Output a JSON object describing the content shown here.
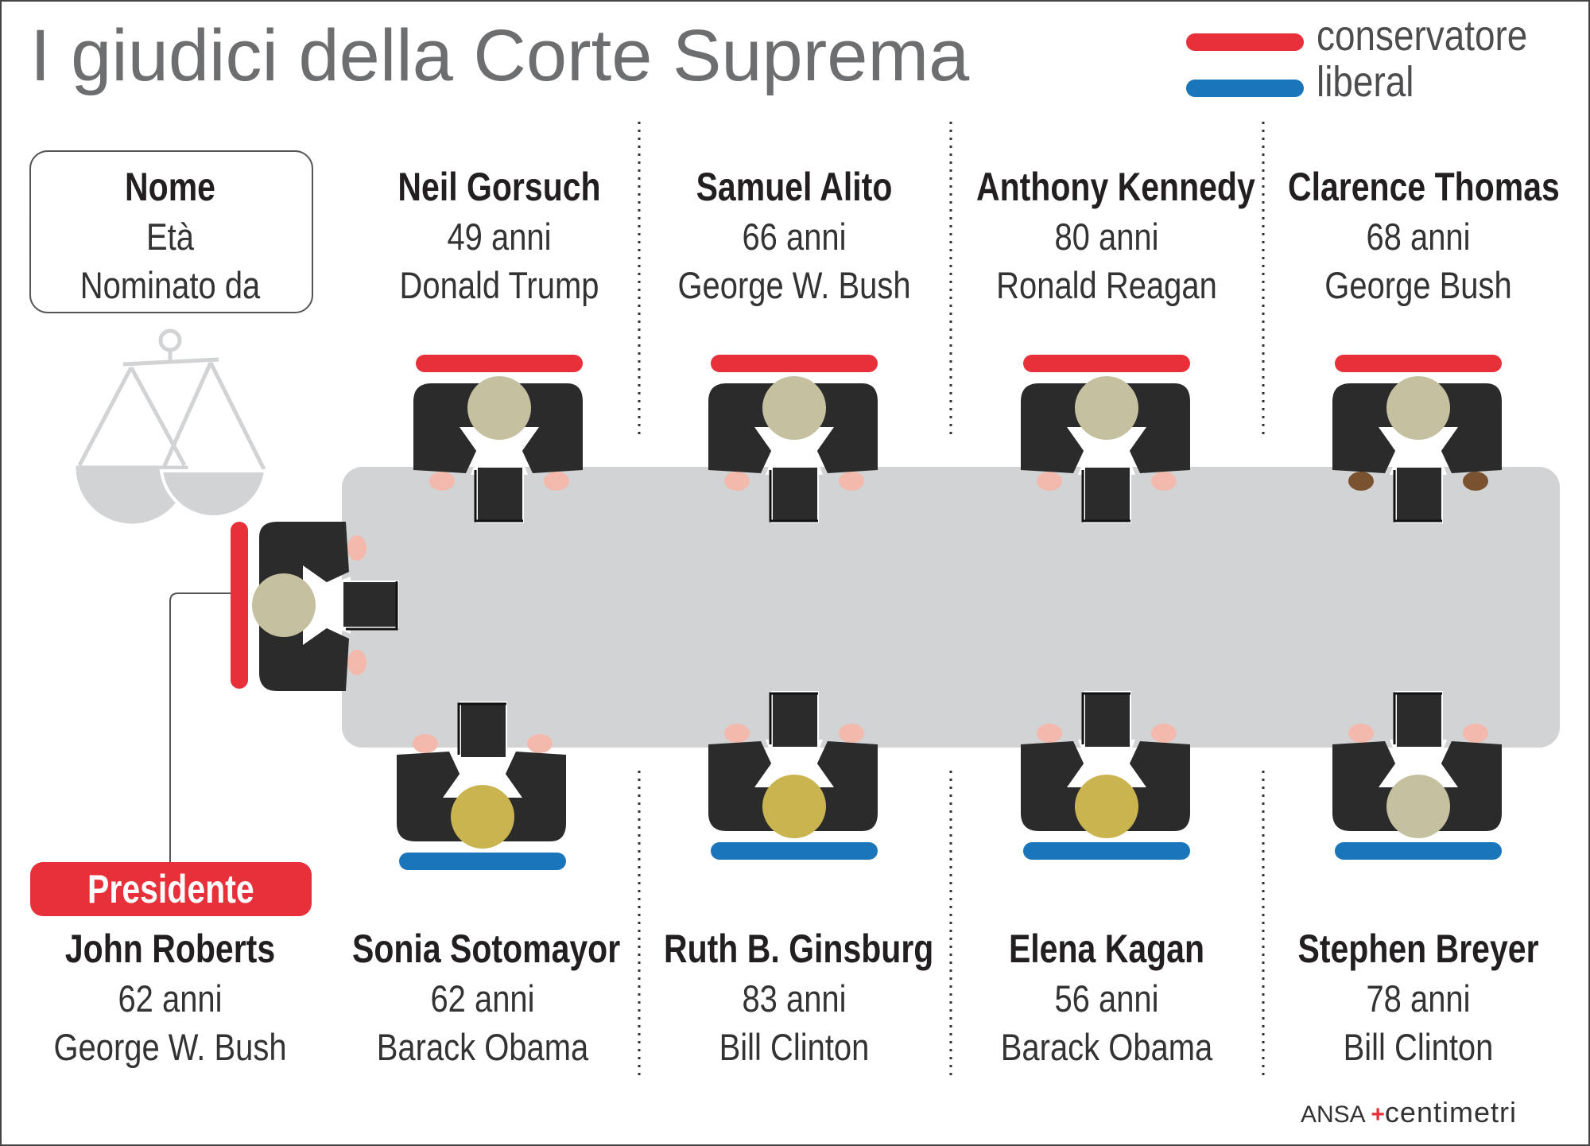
{
  "title": "I giudici della Corte Suprema",
  "legend": [
    {
      "label": "conservatore",
      "color": "#e8303a"
    },
    {
      "label": "liberal",
      "color": "#1b75bb"
    }
  ],
  "key_box": {
    "name": "Nome",
    "age": "Età",
    "nominated": "Nominato da"
  },
  "president_label": "Presidente",
  "top_judges": [
    {
      "name": "Neil Gorsuch",
      "age": "49 anni",
      "nominated": "Donald Trump",
      "leaning": "conservatore"
    },
    {
      "name": "Samuel Alito",
      "age": "66 anni",
      "nominated": "George W. Bush",
      "leaning": "conservatore"
    },
    {
      "name": "Anthony Kennedy",
      "age": "80 anni",
      "nominated": "Ronald Reagan",
      "leaning": "conservatore"
    },
    {
      "name": "Clarence Thomas",
      "age": "68 anni",
      "nominated": "George Bush",
      "leaning": "conservatore"
    }
  ],
  "bottom_judges": [
    {
      "name": "John Roberts",
      "age": "62 anni",
      "nominated": "George W. Bush",
      "leaning": "conservatore"
    },
    {
      "name": "Sonia Sotomayor",
      "age": "62 anni",
      "nominated": "Barack Obama",
      "leaning": "liberal"
    },
    {
      "name": "Ruth B. Ginsburg",
      "age": "83 anni",
      "nominated": "Bill Clinton",
      "leaning": "liberal"
    },
    {
      "name": "Elena Kagan",
      "age": "56 anni",
      "nominated": "Barack Obama",
      "leaning": "liberal"
    },
    {
      "name": "Stephen Breyer",
      "age": "78 anni",
      "nominated": "Bill Clinton",
      "leaning": "liberal"
    }
  ],
  "credit": {
    "agency": "ANSA",
    "brand": "centimetri"
  }
}
